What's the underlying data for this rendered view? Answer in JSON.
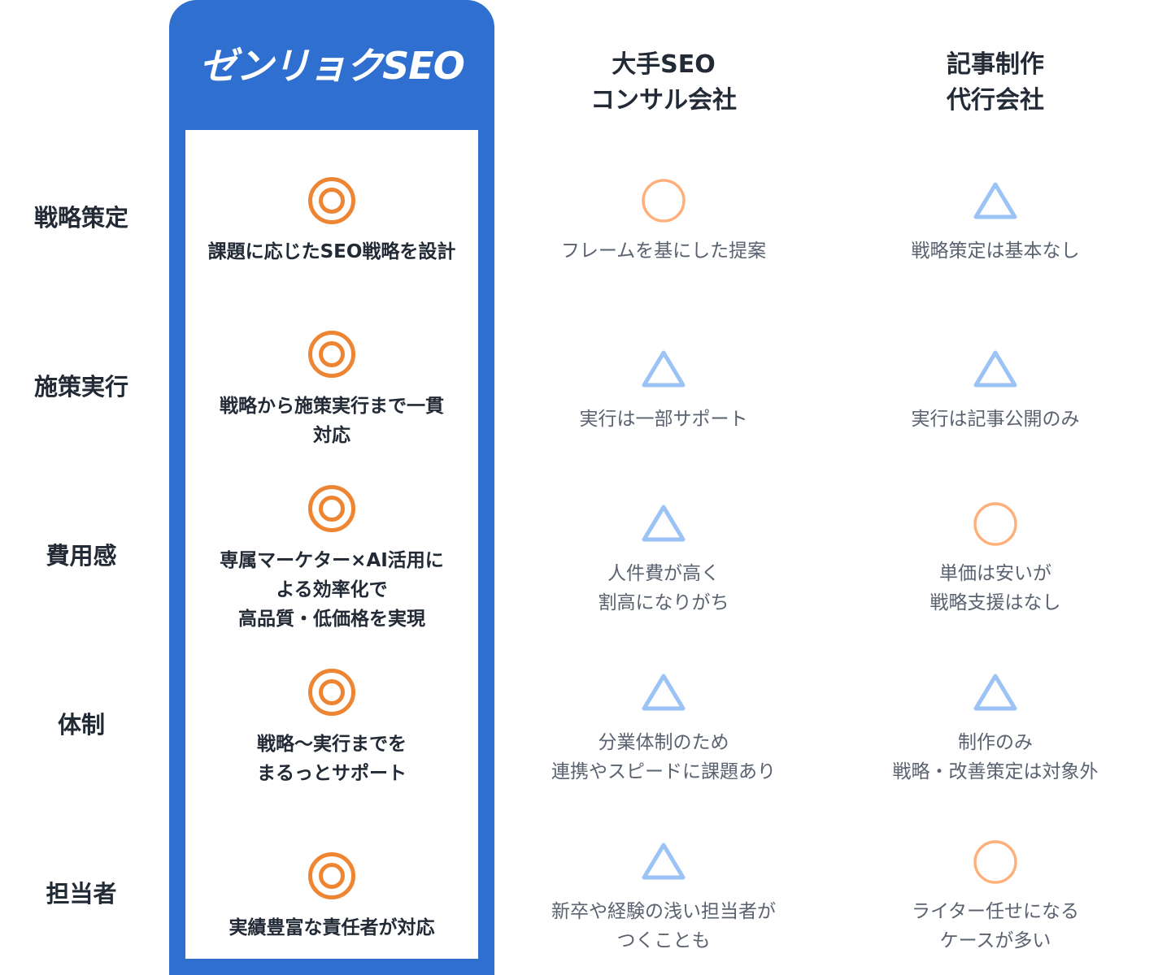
{
  "colors": {
    "featured_blue": "#2f6fd0",
    "double_circle_orange": "#ee8533",
    "circle_orange": "#ffb07a",
    "triangle_blue": "#9cc3f5",
    "heading_text": "#222a36",
    "body_text": "#5a6270"
  },
  "columns": {
    "featured": "ゼンリョクSEO",
    "competitor_a": "大手SEO\nコンサル会社",
    "competitor_b": "記事制作\n代行会社"
  },
  "rows": [
    {
      "label": "戦略策定",
      "featured": {
        "icon": "double-circle",
        "text": "課題に応じたSEO戦略を設計"
      },
      "competitor_a": {
        "icon": "circle",
        "text": "フレームを基にした提案"
      },
      "competitor_b": {
        "icon": "triangle",
        "text": "戦略策定は基本なし"
      }
    },
    {
      "label": "施策実行",
      "featured": {
        "icon": "double-circle",
        "text": "戦略から施策実行まで一貫\n対応"
      },
      "competitor_a": {
        "icon": "triangle",
        "text": "実行は一部サポート"
      },
      "competitor_b": {
        "icon": "triangle",
        "text": "実行は記事公開のみ"
      }
    },
    {
      "label": "費用感",
      "featured": {
        "icon": "double-circle",
        "text": "専属マーケター×AI活用に\nよる効率化で\n高品質・低価格を実現"
      },
      "competitor_a": {
        "icon": "triangle",
        "text": "人件費が高く\n割高になりがち"
      },
      "competitor_b": {
        "icon": "circle",
        "text": "単価は安いが\n戦略支援はなし"
      }
    },
    {
      "label": "体制",
      "featured": {
        "icon": "double-circle",
        "text": "戦略〜実行までを\nまるっとサポート"
      },
      "competitor_a": {
        "icon": "triangle",
        "text": "分業体制のため\n連携やスピードに課題あり"
      },
      "competitor_b": {
        "icon": "triangle",
        "text": "制作のみ\n戦略・改善策定は対象外"
      }
    },
    {
      "label": "担当者",
      "featured": {
        "icon": "double-circle",
        "text": "実績豊富な責任者が対応"
      },
      "competitor_a": {
        "icon": "triangle",
        "text": "新卒や経験の浅い担当者が\nつくことも"
      },
      "competitor_b": {
        "icon": "circle",
        "text": "ライター任せになる\nケースが多い"
      }
    }
  ]
}
